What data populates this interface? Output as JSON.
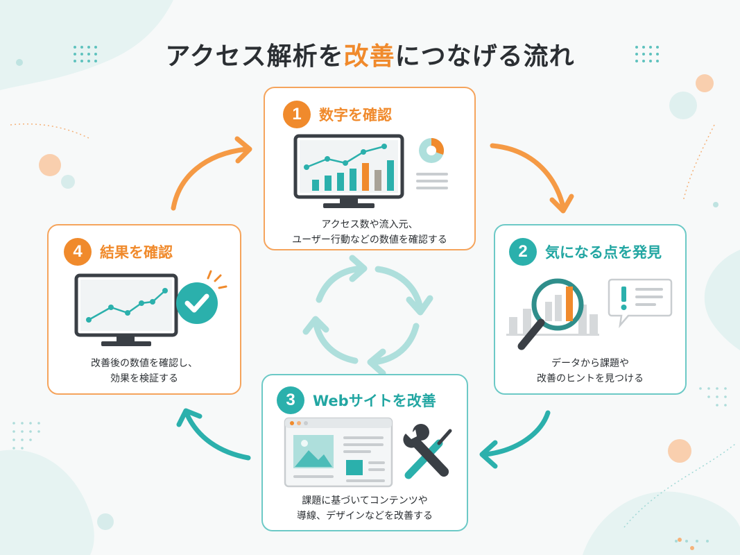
{
  "title": {
    "before": "アクセス解析を",
    "accent": "改善",
    "after": "につなげる流れ"
  },
  "steps": [
    {
      "number": "1",
      "label": "数字を確認",
      "desc_line1": "アクセス数や流入元、",
      "desc_line2": "ユーザー行動などの数値を確認する"
    },
    {
      "number": "2",
      "label": "気になる点を発見",
      "desc_line1": "データから課題や",
      "desc_line2": "改善のヒントを見つける"
    },
    {
      "number": "3",
      "label": "Webサイトを改善",
      "desc_line1": "課題に基づいてコンテンツや",
      "desc_line2": "導線、デザインなどを改善する"
    },
    {
      "number": "4",
      "label": "結果を確認",
      "desc_line1": "改善後の数値を確認し、",
      "desc_line2": "効果を検証する"
    }
  ],
  "icons": {
    "step1": [
      "monitor-chart-icon",
      "pie-chart-icon"
    ],
    "step2": [
      "magnifier-icon",
      "alert-bubble-icon"
    ],
    "step3": [
      "browser-window-icon",
      "wrench-screwdriver-icon"
    ],
    "step4": [
      "monitor-line-chart-icon",
      "check-icon"
    ],
    "flow": [
      "arrow-icon",
      "cycle-icon"
    ]
  },
  "colors": {
    "orange": "#f08a2c",
    "teal": "#2bb0ac",
    "dark": "#2b2f33"
  }
}
